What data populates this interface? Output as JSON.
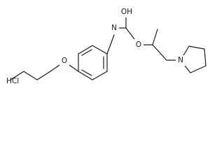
{
  "structure": {
    "salt_label": "HCl",
    "atoms": {
      "hydroxyl_oxygen": "OH",
      "amide_nitrogen": "N",
      "ester_oxygen": "O",
      "ether_oxygen": "O",
      "pyrrolidine_nitrogen": "N"
    }
  }
}
